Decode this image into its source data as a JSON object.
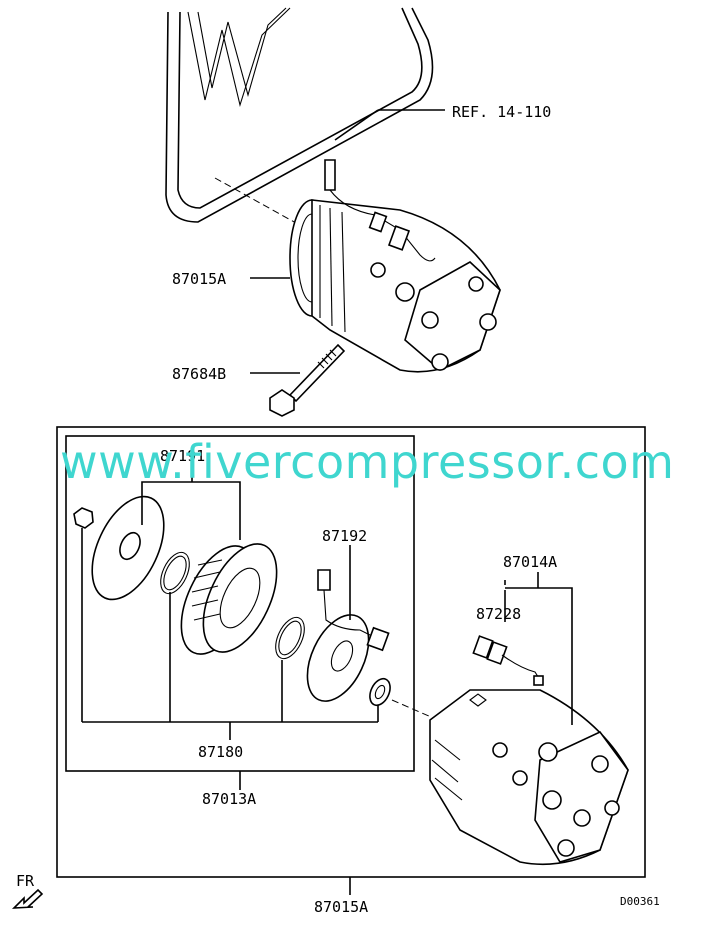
{
  "labels": {
    "ref": "REF. 14-110",
    "compressor_top": "87015A",
    "bolt": "87684B",
    "pulley": "87191",
    "coil": "87192",
    "harness_assy": "87014A",
    "harness": "87228",
    "clutch_set": "87180",
    "clutch_assy": "87013A",
    "compressor_bottom": "87015A",
    "fr": "FR",
    "diagram_code": "D00361"
  },
  "watermark": "www.fivercompressor.com"
}
